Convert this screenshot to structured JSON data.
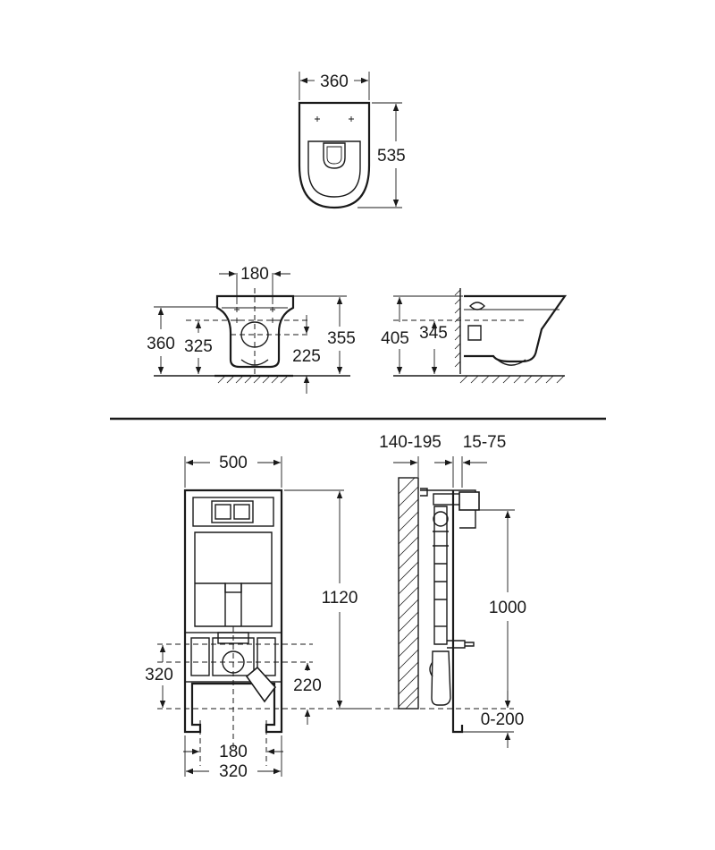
{
  "top_view": {
    "width_label": "360",
    "depth_label": "535"
  },
  "front_view": {
    "outlet_spacing_label": "180",
    "height_left_label": "360",
    "inlet_height_label": "325",
    "outlet_height_label": "225",
    "height_right_label": "355"
  },
  "side_view": {
    "height_label": "405",
    "inlet_height_label": "345"
  },
  "frame_front": {
    "width_label": "500",
    "height_label": "1120",
    "outlet_height_label": "320",
    "waste_height_label": "220",
    "feet_inner_label": "180",
    "feet_outer_label": "320"
  },
  "frame_side": {
    "depth_range_label": "140-195",
    "offset_range_label": "15-75",
    "flush_height_label": "1000",
    "floor_adjust_label": "0-200"
  }
}
